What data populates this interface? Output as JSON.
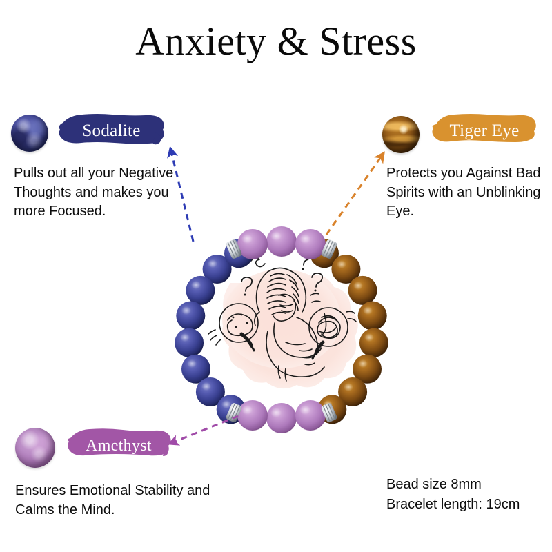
{
  "page": {
    "title": "Anxiety & Stress",
    "background_color": "#ffffff"
  },
  "gems": [
    {
      "id": "sodalite",
      "name": "Sodalite",
      "banner_color": "#2d3179",
      "bead_color": "#3b4190",
      "arrow_color": "#2d3bb4",
      "description": "Pulls out all your Negative Thoughts and makes you more Focused."
    },
    {
      "id": "tigereye",
      "name": "Tiger Eye",
      "banner_color": "#d9922f",
      "bead_color": "#8a5a18",
      "arrow_color": "#d9822a",
      "description": "Protects you Against Bad Spirits with an Unblinking Eye."
    },
    {
      "id": "amethyst",
      "name": "Amethyst",
      "banner_color": "#a256a6",
      "bead_color": "#b07ec0",
      "arrow_color": "#a04ba8",
      "description": "Ensures Emotional Stability and Calms the Mind."
    }
  ],
  "specs": {
    "bead_size": "Bead size 8mm",
    "bracelet_length": "Bracelet length: 19cm"
  },
  "product": {
    "type": "beaded gemstone bracelet",
    "center_illustration": "stressed woman line art with question marks on pink watercolor blob",
    "spacer_bead_color": "#c8cdd2"
  }
}
